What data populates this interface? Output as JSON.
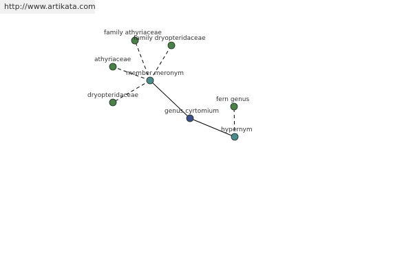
{
  "watermark": "http://www.artikata.com",
  "colors": {
    "background": "#ffffff",
    "edge": "#000000",
    "synset_node": "#4a7f47",
    "relation_node": "#4c8a8c",
    "root_node": "#3c4e8c",
    "node_stroke": "#1e2e1e",
    "label": "#333333"
  },
  "nodes": [
    {
      "id": "genus",
      "label": "genus cyrtomium",
      "kind": "root"
    },
    {
      "id": "meronym",
      "label": "member meronym",
      "kind": "relation"
    },
    {
      "id": "hypernym",
      "label": "hypernym",
      "kind": "relation"
    },
    {
      "id": "fam_athy",
      "label": "family athyriaceae",
      "kind": "synset"
    },
    {
      "id": "fam_dryo",
      "label": "family dryopteridaceae",
      "kind": "synset"
    },
    {
      "id": "athy",
      "label": "athyriaceae",
      "kind": "synset"
    },
    {
      "id": "dryo",
      "label": "dryopteridaceae",
      "kind": "synset"
    },
    {
      "id": "fern",
      "label": "fern genus",
      "kind": "synset"
    }
  ],
  "edges": [
    {
      "from": "genus",
      "to": "meronym",
      "style": "solid"
    },
    {
      "from": "genus",
      "to": "hypernym",
      "style": "solid"
    },
    {
      "from": "meronym",
      "to": "fam_athy",
      "style": "dashed"
    },
    {
      "from": "meronym",
      "to": "fam_dryo",
      "style": "dashed"
    },
    {
      "from": "meronym",
      "to": "athy",
      "style": "dashed"
    },
    {
      "from": "meronym",
      "to": "dryo",
      "style": "dashed"
    },
    {
      "from": "hypernym",
      "to": "fern",
      "style": "dashed"
    }
  ]
}
